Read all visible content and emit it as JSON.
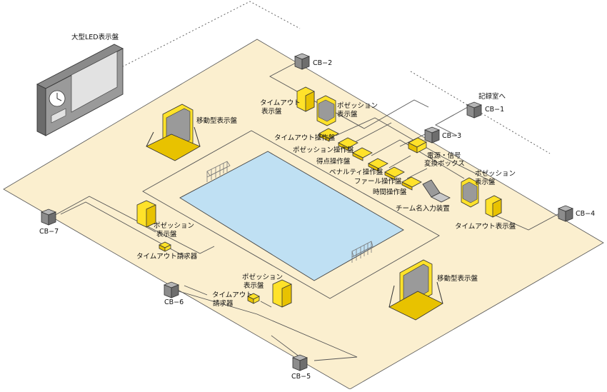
{
  "labels": {
    "led_board": "大型LED表示盤",
    "cb1": "CB−1",
    "cb2": "CB−2",
    "cb3": "CB−3",
    "cb4": "CB−4",
    "cb5": "CB−5",
    "cb6": "CB−6",
    "cb7": "CB−7",
    "record_room": "記録室へ",
    "timeout_display_top_1": "タイムアウト",
    "timeout_display_top_2": "表示盤",
    "position_display_top_1": "ポゼッション",
    "position_display_top_2": "表示盤",
    "mobile_display_left": "移動型表示盤",
    "mobile_display_right": "移動型表示盤",
    "timeout_console": "タイムアウト操作盤",
    "position_console": "ポゼッション操作盤",
    "score_console": "得点操作盤",
    "penalty_console": "ペナルティ操作盤",
    "foul_console": "ファール操作盤",
    "time_console": "時間操作盤",
    "power_signal_1": "電源・信号",
    "power_signal_2": "変換ボックス",
    "team_name_input": "チーム名入力装置",
    "position_display_right_1": "ポゼッション",
    "position_display_right_2": "表示盤",
    "timeout_display_right": "タイムアウト表示盤",
    "position_display_left_1": "ポゼッション",
    "position_display_left_2": "表示盤",
    "timeout_request_left": "タイムアウト請求器",
    "position_display_bottom_1": "ポゼッション",
    "position_display_bottom_2": "表示盤",
    "timeout_request_bottom_1": "タイムアウト",
    "timeout_request_bottom_2": "請求器"
  },
  "colors": {
    "floor": "#fbefcf",
    "pool": "#bfe0f3",
    "device_yellow": "#ffe22a",
    "device_grey": "#8c8c8c",
    "line": "#555555"
  }
}
